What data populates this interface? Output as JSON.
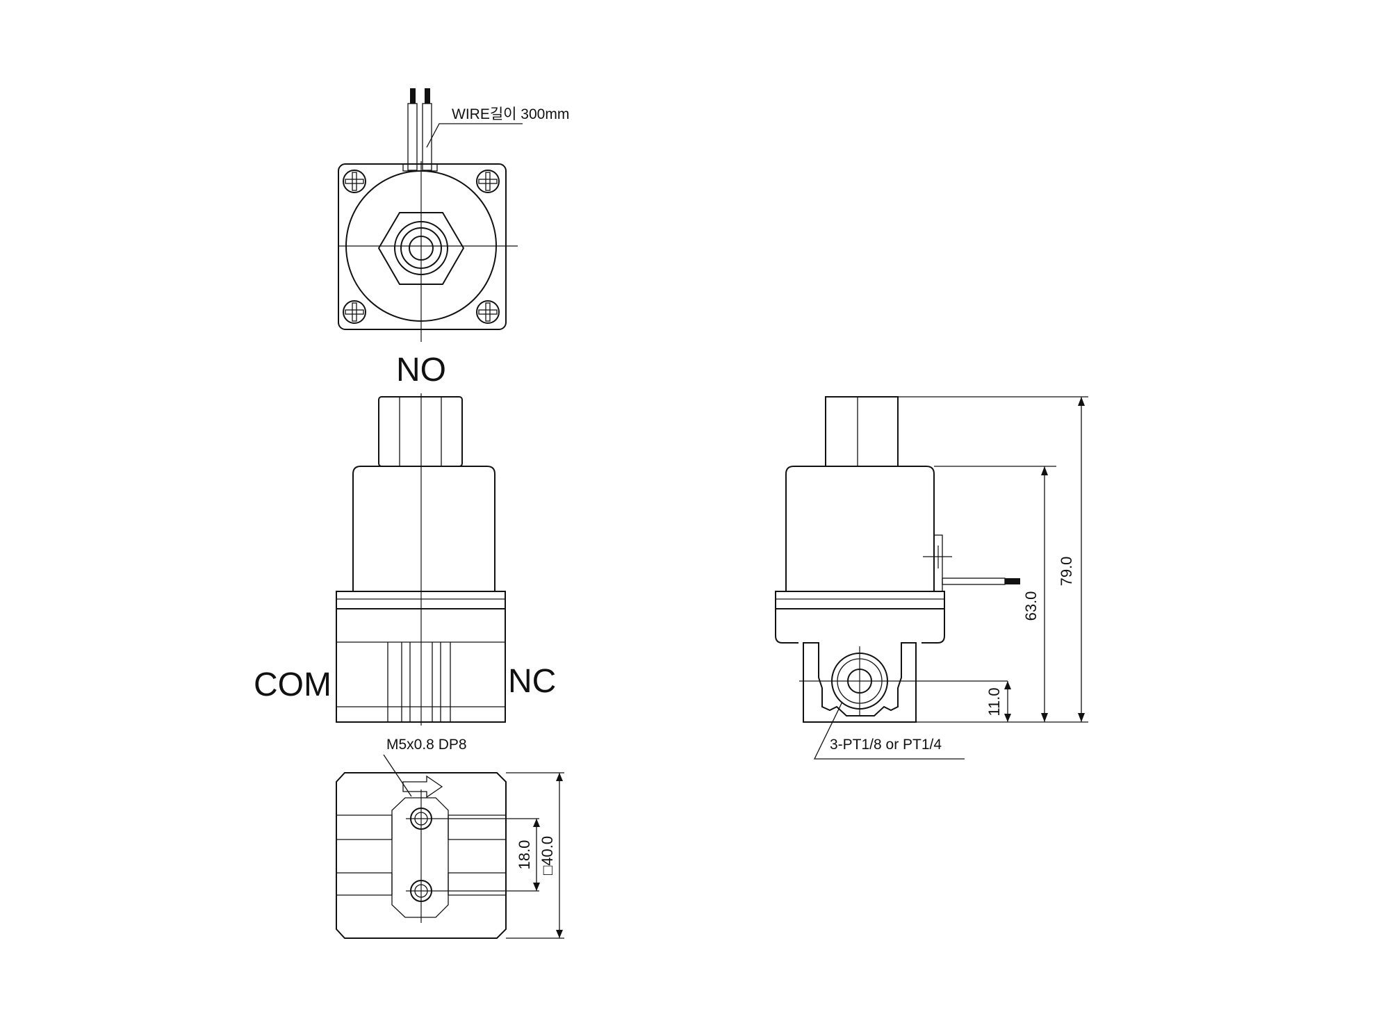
{
  "labels": {
    "wire_length": "WIRE길이 300mm",
    "port_no": "NO",
    "port_com": "COM",
    "port_nc": "NC",
    "thread_spec": "M5x0.8 DP8",
    "port_thread": "3-PT1/8 or PT1/4"
  },
  "dimensions": {
    "total_height": "79.0",
    "body_height": "63.0",
    "port_center_height": "11.0",
    "mount_hole_pitch": "18.0",
    "base_square": "□40.0"
  },
  "colors": {
    "line": "#111111",
    "background": "#ffffff"
  }
}
